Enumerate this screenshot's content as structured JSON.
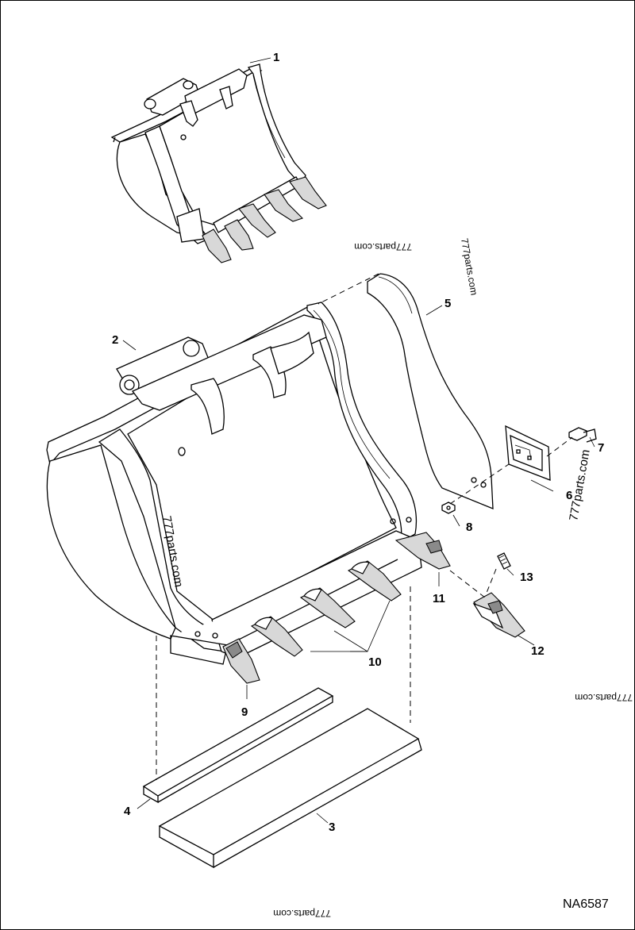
{
  "diagram": {
    "drawing_number": "NA6587",
    "callouts": [
      "1",
      "2",
      "3",
      "4",
      "5",
      "6",
      "7",
      "8",
      "9",
      "10",
      "11",
      "12",
      "13"
    ],
    "watermark": "777parts.com"
  }
}
